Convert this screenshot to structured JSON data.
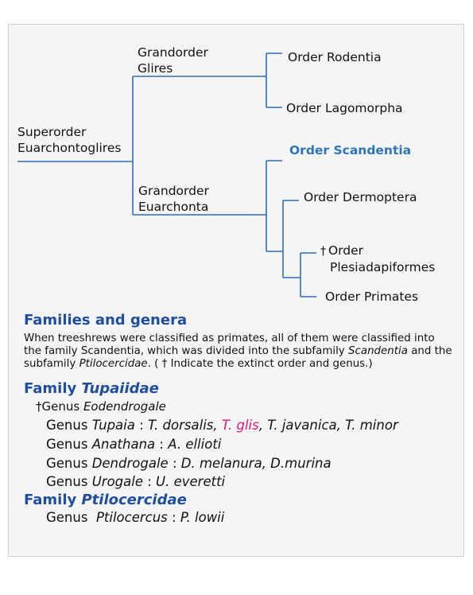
{
  "tree": {
    "root_line1": "Superorder",
    "root_line2": "Euarchontoglires",
    "glires_line1": "Grandorder",
    "glires_line2": "Glires",
    "euarchonta_line1": "Grandorder",
    "euarchonta_line2": "Euarchonta",
    "rodentia": "Order Rodentia",
    "lagomorpha": "Order Lagomorpha",
    "scandentia": "Order Scandentia",
    "dermoptera": "Order Dermoptera",
    "plesiadapiformes_dagger": "†",
    "plesiadapiformes_line1": "Order",
    "plesiadapiformes_line2": "Plesiadapiformes",
    "primates": "Order Primates",
    "highlight_color": "#2e75b6",
    "line_color": "#2e6db4"
  },
  "families_section": {
    "heading": "Families and genera",
    "desc_part1": "When treeshrews were classified as primates, all of them were classified into the family Scandentia, which was divided into the subfamily ",
    "desc_italic1": "Scandentia",
    "desc_part2": " and the subfamily ",
    "desc_italic2": "Ptilocercidae",
    "desc_part3": ". ( †  Indicate the extinct order and genus.)"
  },
  "family_tupaiidae": {
    "prefix": "Family ",
    "name": "Tupaiidae",
    "genera": {
      "eodendrogale_dagger": "†",
      "eodendrogale_word": "Genus ",
      "eodendrogale_name": "Eodendrogale",
      "tupaia_word": "Genus ",
      "tupaia_name": "Tupaia",
      "tupaia_sep": " : ",
      "tupaia_sp1": "T. dorsalis, ",
      "tupaia_sp2": "T. glis",
      "tupaia_sp3": ", T. javanica, T. minor",
      "anathana_word": "Genus ",
      "anathana_name": "Anathana",
      "anathana_sep": " : ",
      "anathana_sp": "A. ellioti",
      "dendrogale_word": "Genus ",
      "dendrogale_name": "Dendrogale",
      "dendrogale_sep": " : ",
      "dendrogale_sp": "D. melanura, D.murina",
      "urogale_word": "Genus ",
      "urogale_name": "Urogale",
      "urogale_sep": " : ",
      "urogale_sp": "U. everetti"
    }
  },
  "family_ptilocercidae": {
    "prefix": "Family ",
    "name": "Ptilocercidae",
    "genus_word": "Genus  ",
    "genus_name": "Ptilocercus",
    "sep": " : ",
    "sp": "P. lowii"
  },
  "colors": {
    "heading_blue": "#1f4e9c",
    "highlight_pink": "#e0157a"
  }
}
